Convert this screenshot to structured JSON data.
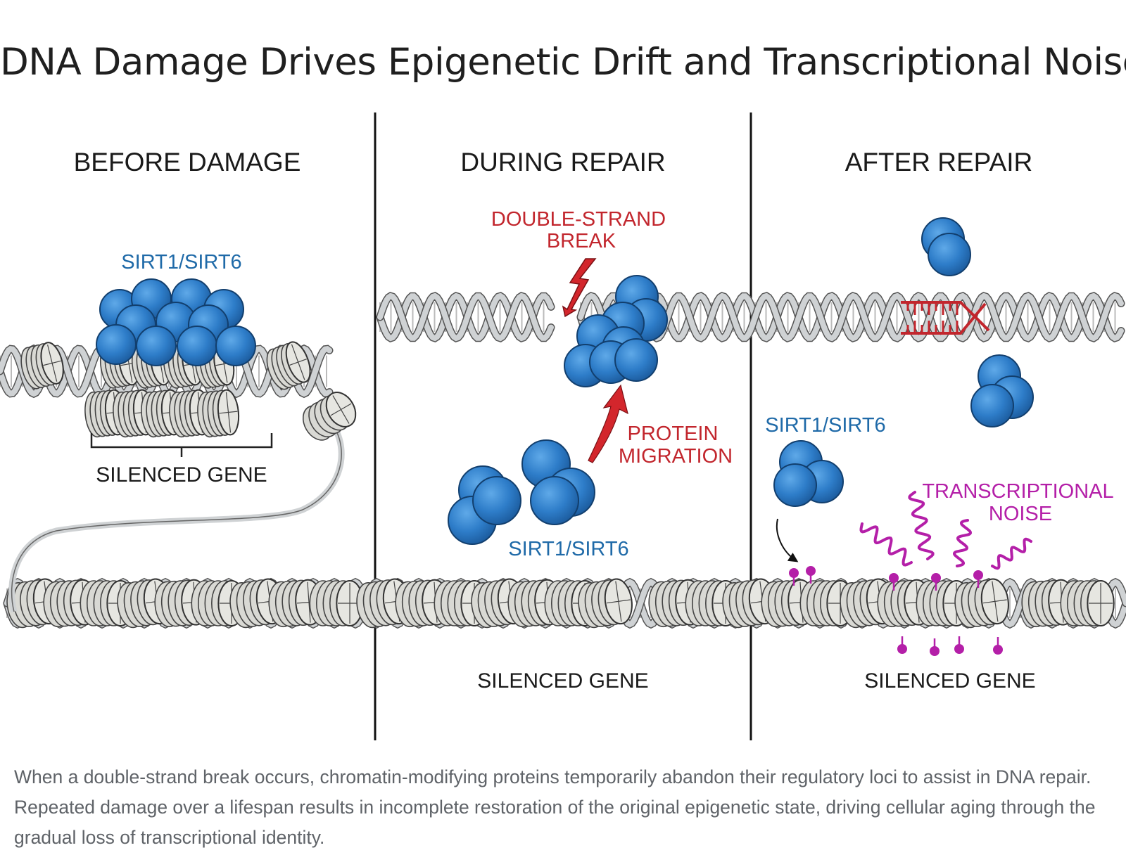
{
  "title": "DNA Damage Drives Epigenetic Drift and Transcriptional Noise",
  "panels": [
    {
      "heading": "BEFORE DAMAGE",
      "protein_label": "SIRT1/SIRT6",
      "gene_label": "SILENCED GENE"
    },
    {
      "heading": "DURING REPAIR",
      "break_label_line1": "DOUBLE-STRAND",
      "break_label_line2": "BREAK",
      "migration_label_line1": "PROTEIN",
      "migration_label_line2": "MIGRATION",
      "protein_label": "SIRT1/SIRT6",
      "gene_label": "SILENCED GENE"
    },
    {
      "heading": "AFTER REPAIR",
      "protein_label": "SIRT1/SIRT6",
      "noise_label_line1": "TRANSCRIPTIONAL",
      "noise_label_line2": "NOISE",
      "gene_label": "SILENCED GENE"
    }
  ],
  "caption": "When a double-strand break occurs, chromatin-modifying proteins temporarily abandon their regulatory loci to assist in DNA repair. Repeated damage over a lifespan results in incomplete restoration of the original epigenetic state, driving cellular aging through the gradual loss of transcriptional identity.",
  "colors": {
    "protein_blue": "#2e7dc9",
    "break_red": "#c2262d",
    "noise_magenta": "#b41fa8",
    "dna_grey": "#cfd2d4"
  }
}
